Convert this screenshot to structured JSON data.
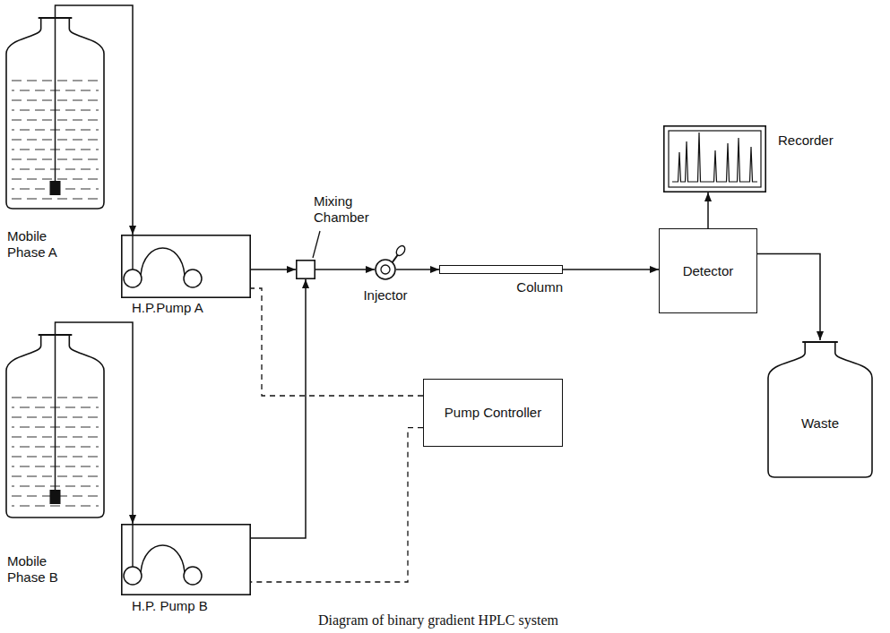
{
  "diagram": {
    "caption": "Diagram of binary gradient HPLC system",
    "nodes": [
      {
        "text": [
          "Mobile Phase A"
        ]
      },
      {
        "text": [
          "H.P.Pump A"
        ]
      },
      {
        "text": [
          "Mobile Phase B"
        ]
      },
      {
        "text": [
          "H.P. Pump B"
        ]
      },
      {
        "text": [
          "Mixing Chamber"
        ]
      },
      {
        "text": [
          "Pump Controller"
        ]
      },
      {
        "text": [
          "Injector"
        ]
      },
      {
        "text": [
          "Column"
        ]
      },
      {
        "text": [
          "Detector"
        ]
      },
      {
        "text": [
          "Recorder"
        ]
      },
      {
        "text": [
          "Waste"
        ]
      }
    ],
    "edges": [
      {
        "from": 0,
        "to": 1,
        "arrow": "to"
      },
      {
        "from": 2,
        "to": 3,
        "arrow": "to"
      },
      {
        "from": 1,
        "to": 4,
        "arrow": "to"
      },
      {
        "from": 3,
        "to": 4,
        "arrow": "to"
      },
      {
        "from": 5,
        "to": 1,
        "arrow": "none"
      },
      {
        "from": 5,
        "to": 3,
        "arrow": "none"
      },
      {
        "from": 4,
        "to": 6,
        "arrow": "to"
      },
      {
        "from": 6,
        "to": 7,
        "arrow": "to"
      },
      {
        "from": 7,
        "to": 8,
        "arrow": "to"
      },
      {
        "from": 8,
        "to": 9,
        "arrow": "to"
      },
      {
        "from": 8,
        "to": 10,
        "arrow": "to"
      }
    ]
  }
}
